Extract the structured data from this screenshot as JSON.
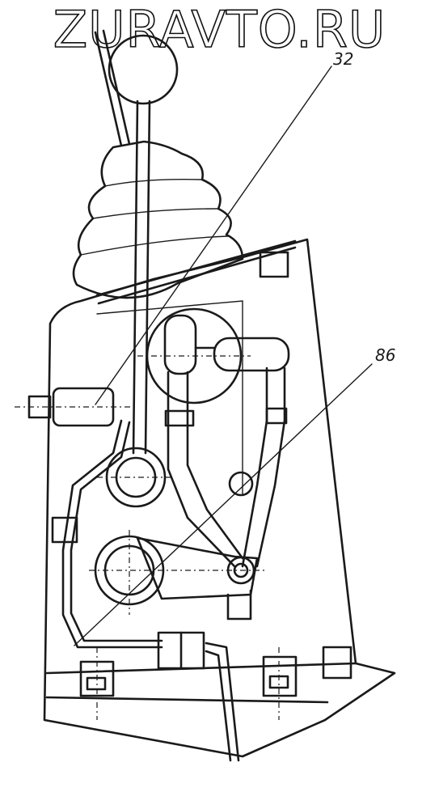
{
  "watermark": {
    "text": "ZURAVTO.RU"
  },
  "callouts": [
    {
      "id": "32",
      "label": "32"
    },
    {
      "id": "86",
      "label": "86"
    }
  ],
  "colors": {
    "ink": "#1a1a1a",
    "paper": "#ffffff"
  }
}
